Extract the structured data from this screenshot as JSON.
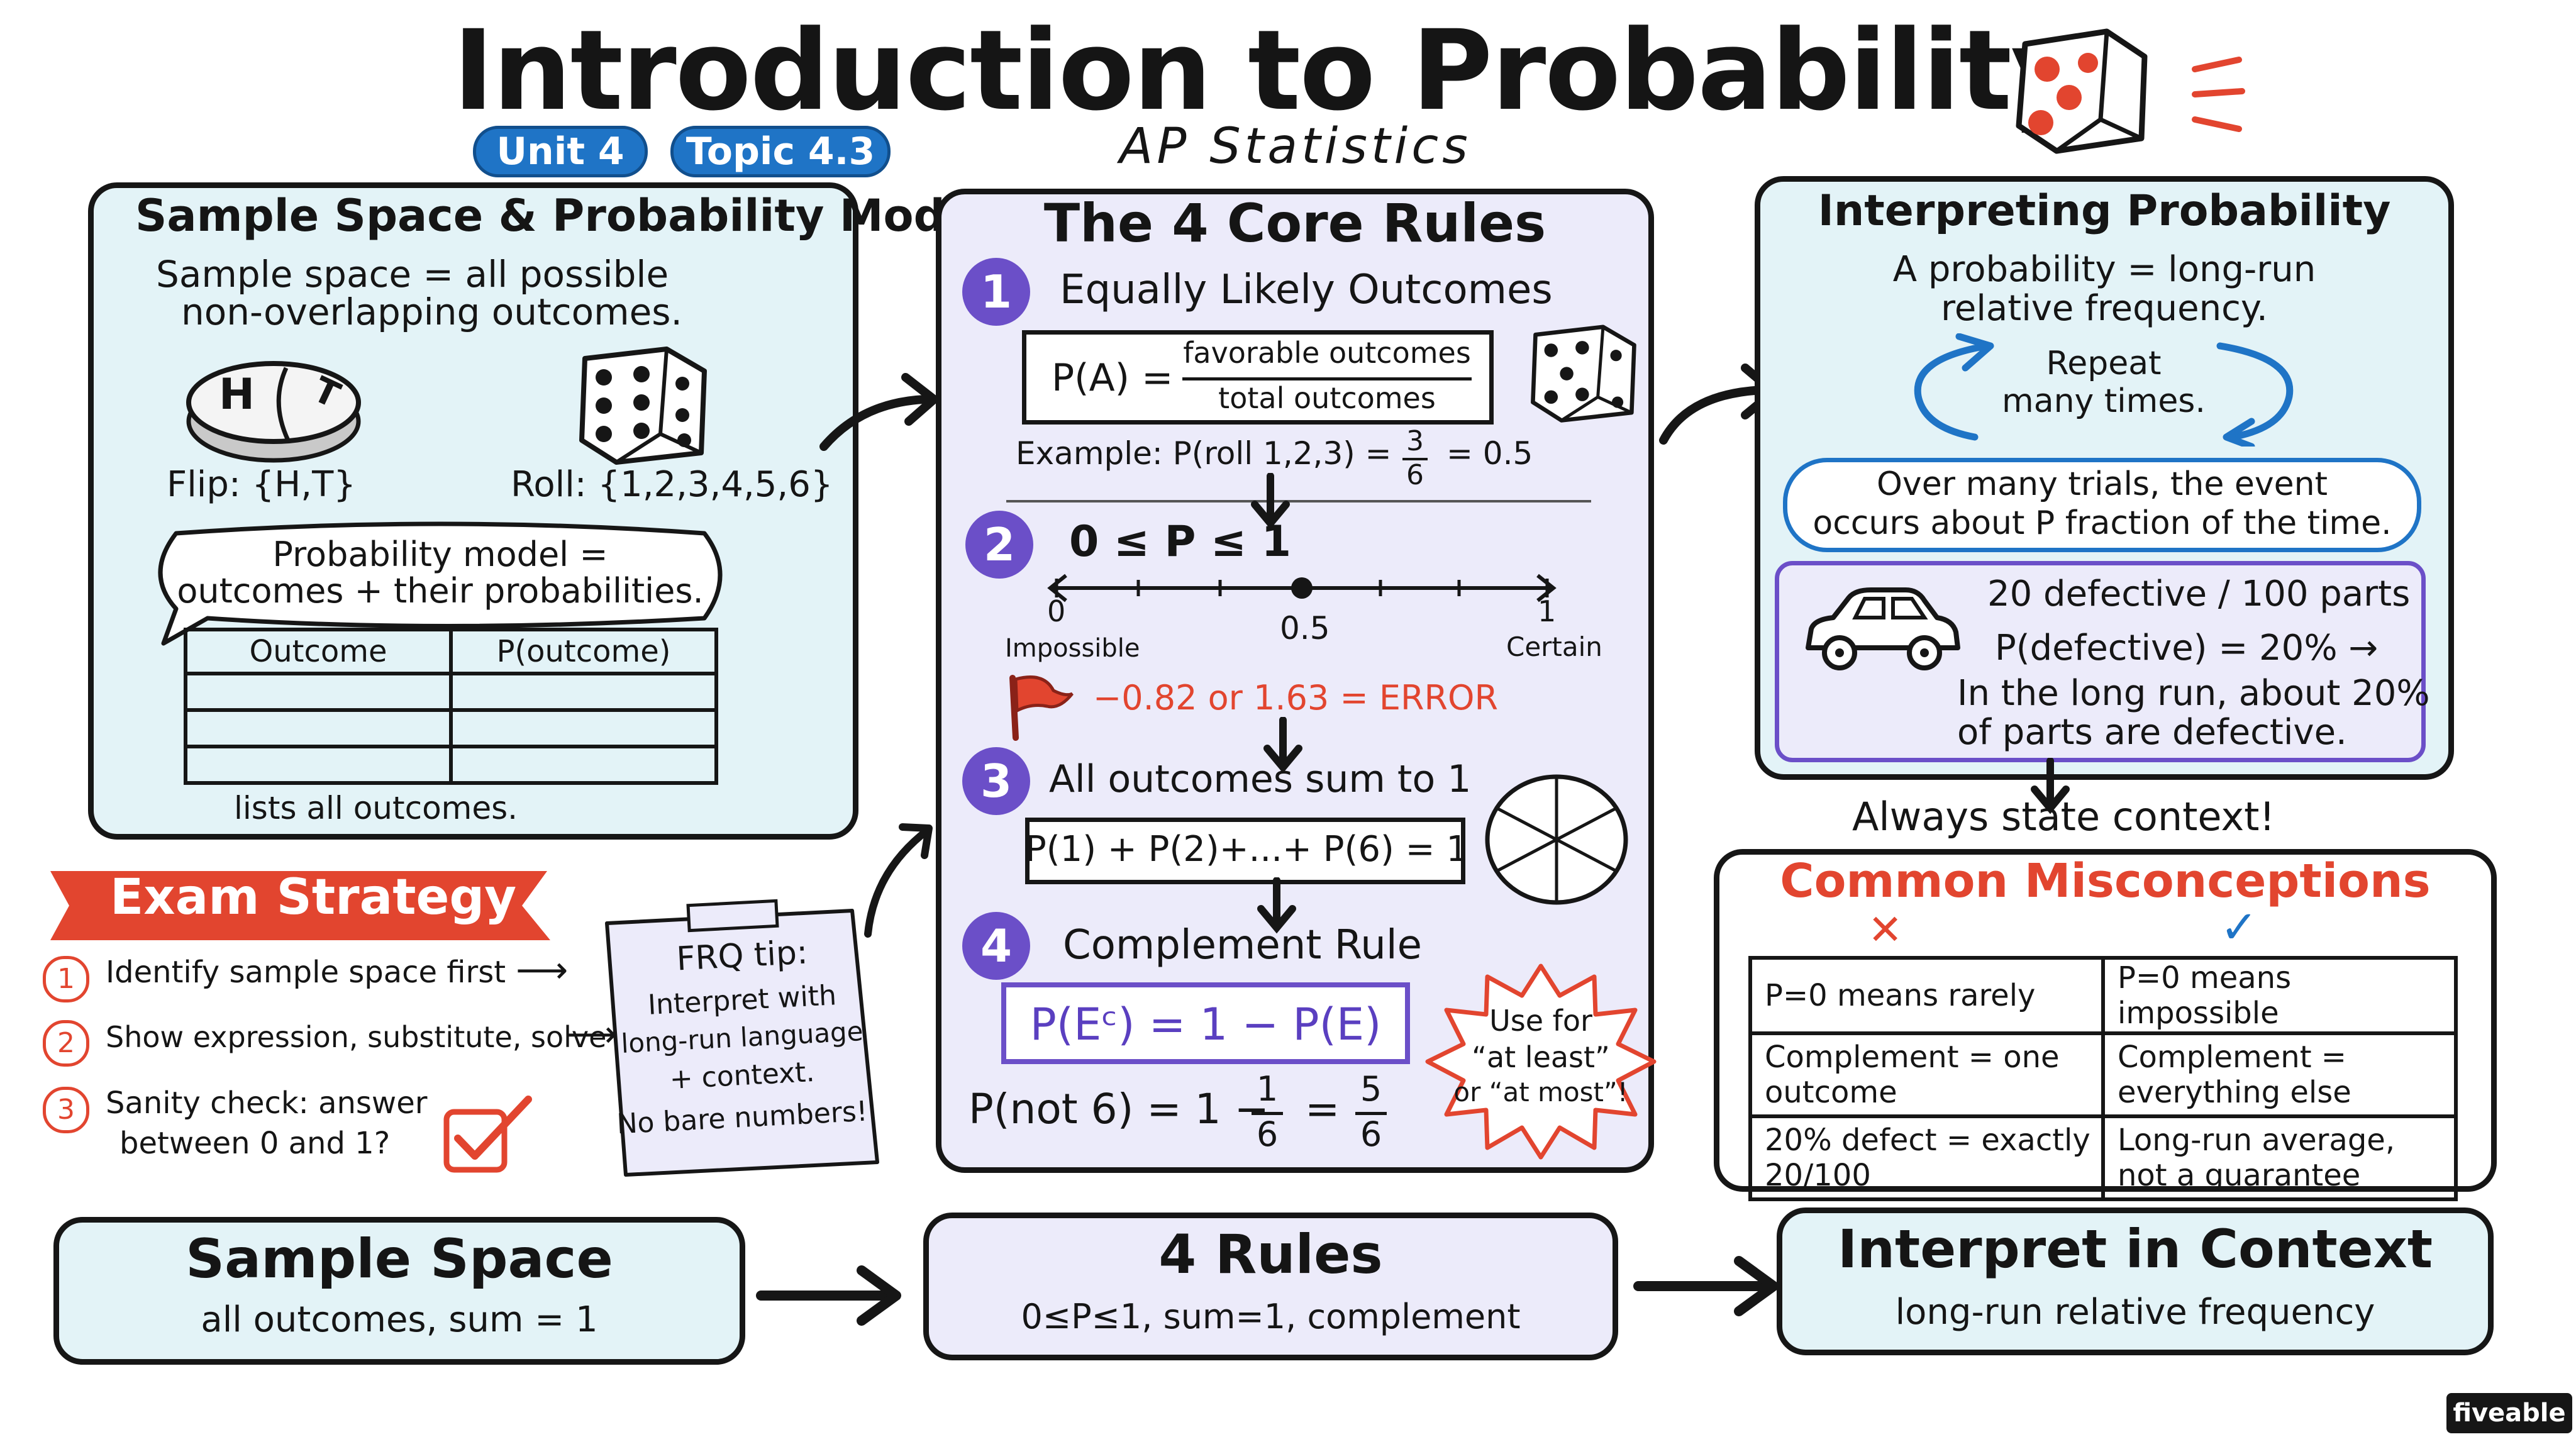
{
  "header": {
    "title": "Introduction to Probability",
    "unit_badge": "Unit 4",
    "topic_badge": "Topic 4.3",
    "subtitle": "AP Statistics"
  },
  "sample_space_panel": {
    "title": "Sample Space & Probability Model",
    "definition_line1": "Sample space = all possible",
    "definition_line2": "non-overlapping outcomes.",
    "coin_heads": "H",
    "coin_tails": "T",
    "flip_label": "Flip: {H,T}",
    "roll_label": "Roll: {1,2,3,4,5,6}",
    "model_bubble_line1": "Probability model =",
    "model_bubble_line2": "outcomes + their probabilities.",
    "table_headers": [
      "Outcome",
      "P(outcome)"
    ],
    "table_note": "lists all outcomes."
  },
  "core_rules_panel": {
    "title": "The 4 Core Rules",
    "rule1": {
      "number": "1",
      "title": "Equally Likely Outcomes",
      "formula_lhs": "P(A) =",
      "numerator": "favorable outcomes",
      "denominator": "total outcomes",
      "example_prefix": "Example: P(roll 1,2,3) =",
      "example_num": "3",
      "example_den": "6",
      "example_result": "= 0.5"
    },
    "rule2": {
      "number": "2",
      "title": "0 ≤ P ≤ 1",
      "tick_zero": "0",
      "tick_half": "0.5",
      "tick_one": "1",
      "label_impossible": "Impossible",
      "label_certain": "Certain",
      "error_text": "−0.82 or 1.63 = ERROR"
    },
    "rule3": {
      "number": "3",
      "title": "All outcomes sum to 1",
      "formula": "P(1) + P(2)+...+ P(6) = 1"
    },
    "rule4": {
      "number": "4",
      "title": "Complement Rule",
      "formula": "P(Eᶜ) = 1 − P(E)",
      "example_prefix": "P(not 6) = 1 −",
      "frac1_num": "1",
      "frac1_den": "6",
      "equals": "=",
      "frac2_num": "5",
      "frac2_den": "6",
      "starburst_line1": "Use for",
      "starburst_line2": "“at least”",
      "starburst_line3": "or “at most”!"
    }
  },
  "interpreting_panel": {
    "title": "Interpreting Probability",
    "line1": "A probability = long-run",
    "line2": "relative frequency.",
    "repeat_line1": "Repeat",
    "repeat_line2": "many times.",
    "trials_line1": "Over many trials, the event",
    "trials_line2": "occurs about P fraction of the time.",
    "defect_line1": "20 defective / 100 parts",
    "defect_line2": "P(defective) = 20% →",
    "defect_line3": "In the long run, about 20%",
    "defect_line4": "of parts are defective.",
    "context_note": "Always state context!"
  },
  "misconceptions_panel": {
    "title": "Common Misconceptions",
    "wrong_mark": "✕",
    "right_mark": "✓",
    "rows": [
      {
        "wrong": "P=0 means rarely",
        "right": "P=0 means impossible"
      },
      {
        "wrong": "Complement = one outcome",
        "right": "Complement = everything else"
      },
      {
        "wrong": "20% defect = exactly 20/100",
        "right": "Long-run average, not a guarantee"
      }
    ]
  },
  "exam_strategy": {
    "banner": "Exam Strategy",
    "steps": [
      {
        "number": "1",
        "text": "Identify sample space first",
        "arrow": "⟶"
      },
      {
        "number": "2",
        "text": "Show expression, substitute, solve",
        "arrow": "⟶"
      },
      {
        "number": "3",
        "text_line1": "Sanity check: answer",
        "text_line2": "between 0 and 1?"
      }
    ],
    "frq_note_line1": "FRQ tip:",
    "frq_note_line2": "Interpret with",
    "frq_note_line3": "long-run language",
    "frq_note_line4": "+ context.",
    "frq_note_line5": "No bare numbers!"
  },
  "summary_flow": [
    {
      "title": "Sample Space",
      "subtitle": "all outcomes, sum = 1"
    },
    {
      "title": "4 Rules",
      "subtitle": "0≤P≤1, sum=1, complement"
    },
    {
      "title": "Interpret in Context",
      "subtitle": "long-run relative frequency"
    }
  ],
  "brand": "fiveable",
  "colors": {
    "accent_blue": "#1f74c6",
    "accent_purple": "#6b4fc8",
    "accent_red": "#e2452f",
    "panel_blue": "#e3f3f7",
    "panel_purple": "#ecebfa"
  }
}
